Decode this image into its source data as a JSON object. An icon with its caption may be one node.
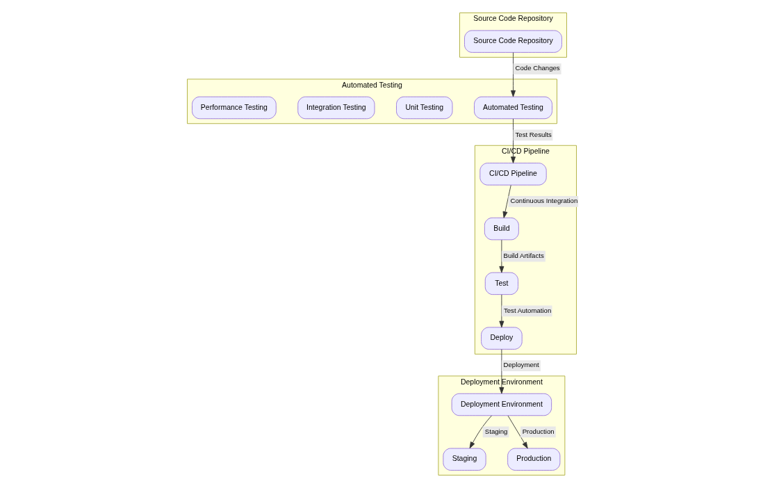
{
  "diagram": {
    "nodes": [
      {
        "text": [
          "Source Code Repository"
        ]
      },
      {
        "text": [
          "Source Code Repository"
        ],
        "in": 0
      },
      {
        "text": [
          "Automated Testing"
        ]
      },
      {
        "text": [
          "Automated Testing"
        ],
        "in": 2
      },
      {
        "text": [
          "Unit Testing"
        ],
        "in": 2
      },
      {
        "text": [
          "Integration Testing"
        ],
        "in": 2
      },
      {
        "text": [
          "Performance Testing"
        ],
        "in": 2
      },
      {
        "text": [
          "CI/CD Pipeline"
        ]
      },
      {
        "text": [
          "CI/CD Pipeline"
        ],
        "in": 7
      },
      {
        "text": [
          "Build"
        ],
        "in": 7
      },
      {
        "text": [
          "Test"
        ],
        "in": 7
      },
      {
        "text": [
          "Deploy"
        ],
        "in": 7
      },
      {
        "text": [
          "Deployment Environment"
        ]
      },
      {
        "text": [
          "Deployment Environment"
        ],
        "in": 12
      },
      {
        "text": [
          "Staging"
        ],
        "in": 12
      },
      {
        "text": [
          "Production"
        ],
        "in": 12
      }
    ],
    "edges": [
      {
        "from": 1,
        "to": 3,
        "arrow": "to",
        "label": "Code Changes"
      },
      {
        "from": 3,
        "to": 8,
        "arrow": "to",
        "label": "Test Results"
      },
      {
        "from": 8,
        "to": 9,
        "arrow": "to",
        "label": "Continuous Integration"
      },
      {
        "from": 9,
        "to": 10,
        "arrow": "to",
        "label": "Build Artifacts"
      },
      {
        "from": 10,
        "to": 11,
        "arrow": "to",
        "label": "Test Automation"
      },
      {
        "from": 11,
        "to": 13,
        "arrow": "to",
        "label": "Deployment"
      },
      {
        "from": 13,
        "to": 14,
        "arrow": "to",
        "label": "Staging"
      },
      {
        "from": 13,
        "to": 15,
        "arrow": "to",
        "label": "Production"
      }
    ]
  }
}
